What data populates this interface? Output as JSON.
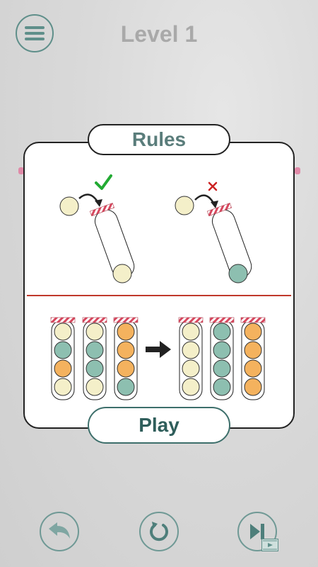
{
  "header": {
    "level_title": "Level 1"
  },
  "rules_panel": {
    "title": "Rules",
    "play_label": "Play"
  },
  "colors": {
    "cream": "#f4efc9",
    "teal": "#8dbfb0",
    "orange": "#f4b25e",
    "accent": "#4e7f7b",
    "check": "#22aa33",
    "cross": "#cc2222"
  },
  "icons": {
    "menu": "hamburger-icon",
    "undo": "undo-arrow-icon",
    "restart": "restart-icon",
    "skip": "skip-icon",
    "video": "video-ad-icon"
  },
  "example_before": [
    [
      "cream",
      "teal",
      "orange",
      "cream"
    ],
    [
      "cream",
      "teal",
      "teal",
      "cream"
    ],
    [
      "orange",
      "orange",
      "orange",
      "teal"
    ]
  ],
  "example_after": [
    [
      "cream",
      "cream",
      "cream",
      "cream"
    ],
    [
      "teal",
      "teal",
      "teal",
      "teal"
    ],
    [
      "orange",
      "orange",
      "orange",
      "orange"
    ]
  ]
}
